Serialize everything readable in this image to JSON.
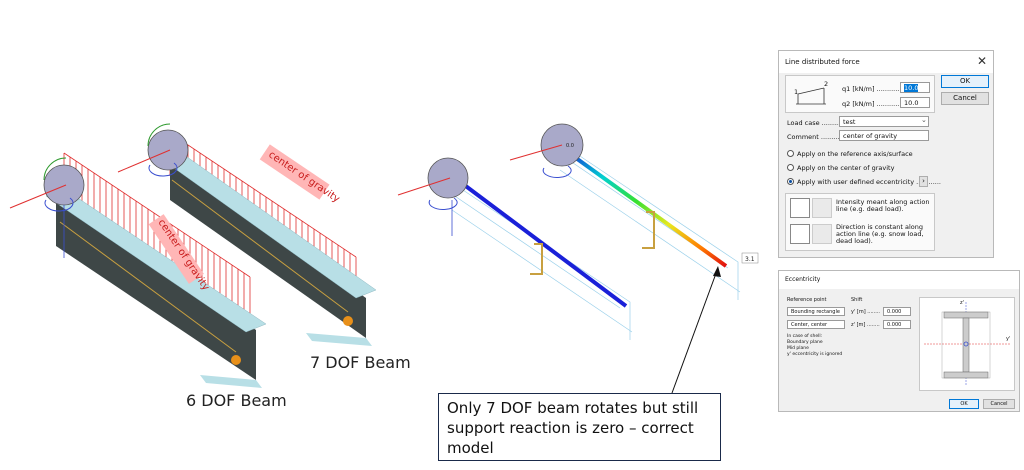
{
  "labels": {
    "left_beam_caption": "6 DOF Beam",
    "right_beam_caption": "7 DOF Beam",
    "load_label_left": "center of gravity",
    "load_label_right": "center of gravity",
    "reaction_value": "3.1",
    "mid_value": "0.0"
  },
  "callout": {
    "text": "Only 7 DOF beam rotates but still support reaction is zero – correct model"
  },
  "line_force_dialog": {
    "title": "Line distributed force",
    "ok_label": "OK",
    "cancel_label": "Cancel",
    "diagram_label_1": "1",
    "diagram_label_2": "2",
    "q1_label": "q1 [kN/m] ..............",
    "q1_value": "10.0",
    "q2_label": "q2 [kN/m] ..............",
    "q2_value": "10.0",
    "load_case_label": "Load case .........",
    "load_case_value": "test",
    "comment_label": "Comment ...........",
    "comment_value": "center of gravity",
    "radio_ref_axis": "Apply on the reference axis/surface",
    "radio_center": "Apply on the center of gravity",
    "radio_eccentricity": "Apply with user defined eccentricity ............",
    "intensity_text": "Intensity meant along action line (e.g. dead load).",
    "direction_text": "Direction is constant along action line (e.g. snow load, dead load)."
  },
  "eccentricity_dialog": {
    "title": "Eccentricity",
    "reference_point_label": "Reference point",
    "reference_value": "Bounding rectangle",
    "position_value": "Center, center",
    "shift_label": "Shift",
    "y_label": "y' [m] ........",
    "y_value": "0.000",
    "z_label": "z' [m] ........",
    "z_value": "0.000",
    "shell_note_1": "In case of shell:",
    "shell_note_2": "Boundary plane",
    "shell_note_3": "Mid plane",
    "shell_note_4": "y' eccentricity is ignored",
    "axis_y": "y'",
    "axis_z": "z'",
    "ok_label": "OK",
    "cancel_label": "Cancel"
  },
  "colors": {
    "beam_face": "#3e4747",
    "beam_flange": "#b8dfe6",
    "load_lines": "#e03030",
    "load_label_bg": "#ffb6b6",
    "result_blue": "#1a20d8",
    "gravity_dot": "#e8901a"
  }
}
